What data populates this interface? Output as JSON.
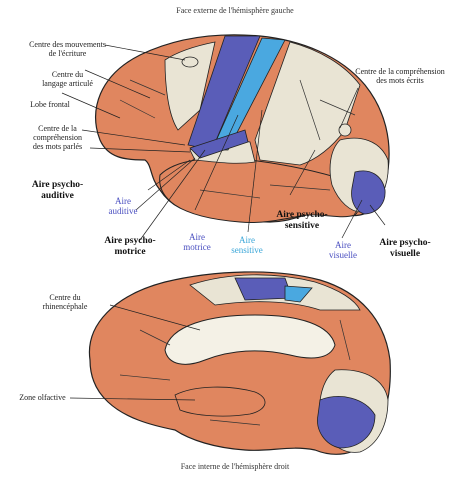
{
  "top_caption": "Face externe de l'hémisphère gauche",
  "bottom_caption": "Face interne de l'hémisphère droit",
  "labels": {
    "centre_mouvements": "Centre des mouvements\nde l'écriture",
    "centre_langage": "Centre du\nlangage articulé",
    "lobe_frontal": "Lobe frontal",
    "centre_comprehension_parles": "Centre de la\ncompréhension\ndes mots parlés",
    "centre_comprehension_ecrits": "Centre de la compréhension\ndes mots écrits",
    "aire_psycho_auditive": "Aire psycho-\nauditive",
    "aire_auditive": "Aire\nauditive",
    "aire_psycho_motrice": "Aire psycho-\nmotrice",
    "aire_motrice": "Aire\nmotrice",
    "aire_sensitive": "Aire\nsensitive",
    "aire_psycho_sensitive": "Aire psycho-\nsensitive",
    "aire_visuelle": "Aire\nvisuelle",
    "aire_psycho_visuelle": "Aire psycho-\nvisuelle",
    "centre_rhinencephale": "Centre du\nrhinencéphale",
    "zone_olfactive": "Zone olfactive"
  },
  "colors": {
    "orange": "#e0865f",
    "beige": "#e9e4d4",
    "violet": "#5a5db8",
    "cyan": "#4aa8e0",
    "outline": "#222222",
    "white_area": "#f4f1e6"
  }
}
